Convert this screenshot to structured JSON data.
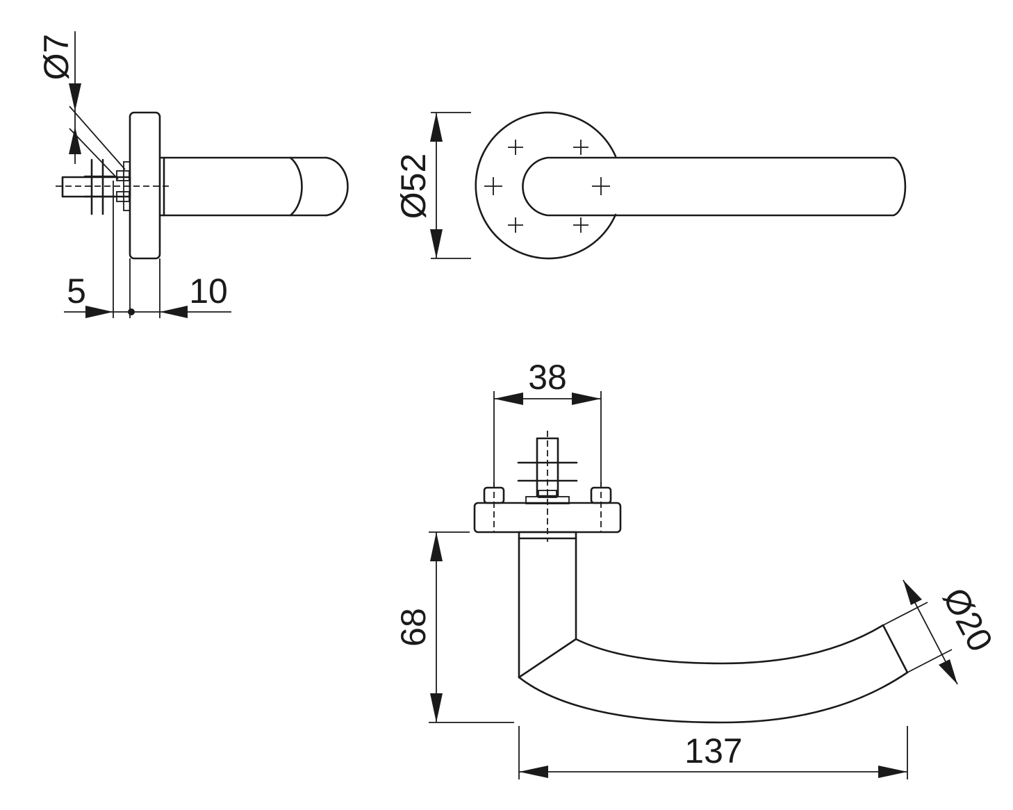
{
  "dimensions": {
    "side_square_diameter": "Ø7",
    "side_rose_5": "5",
    "side_rose_10": "10",
    "front_rose_diameter": "Ø52",
    "top_rose_width": "38",
    "top_projection": "68",
    "top_lever_length": "137",
    "top_grip_diameter": "Ø20"
  }
}
